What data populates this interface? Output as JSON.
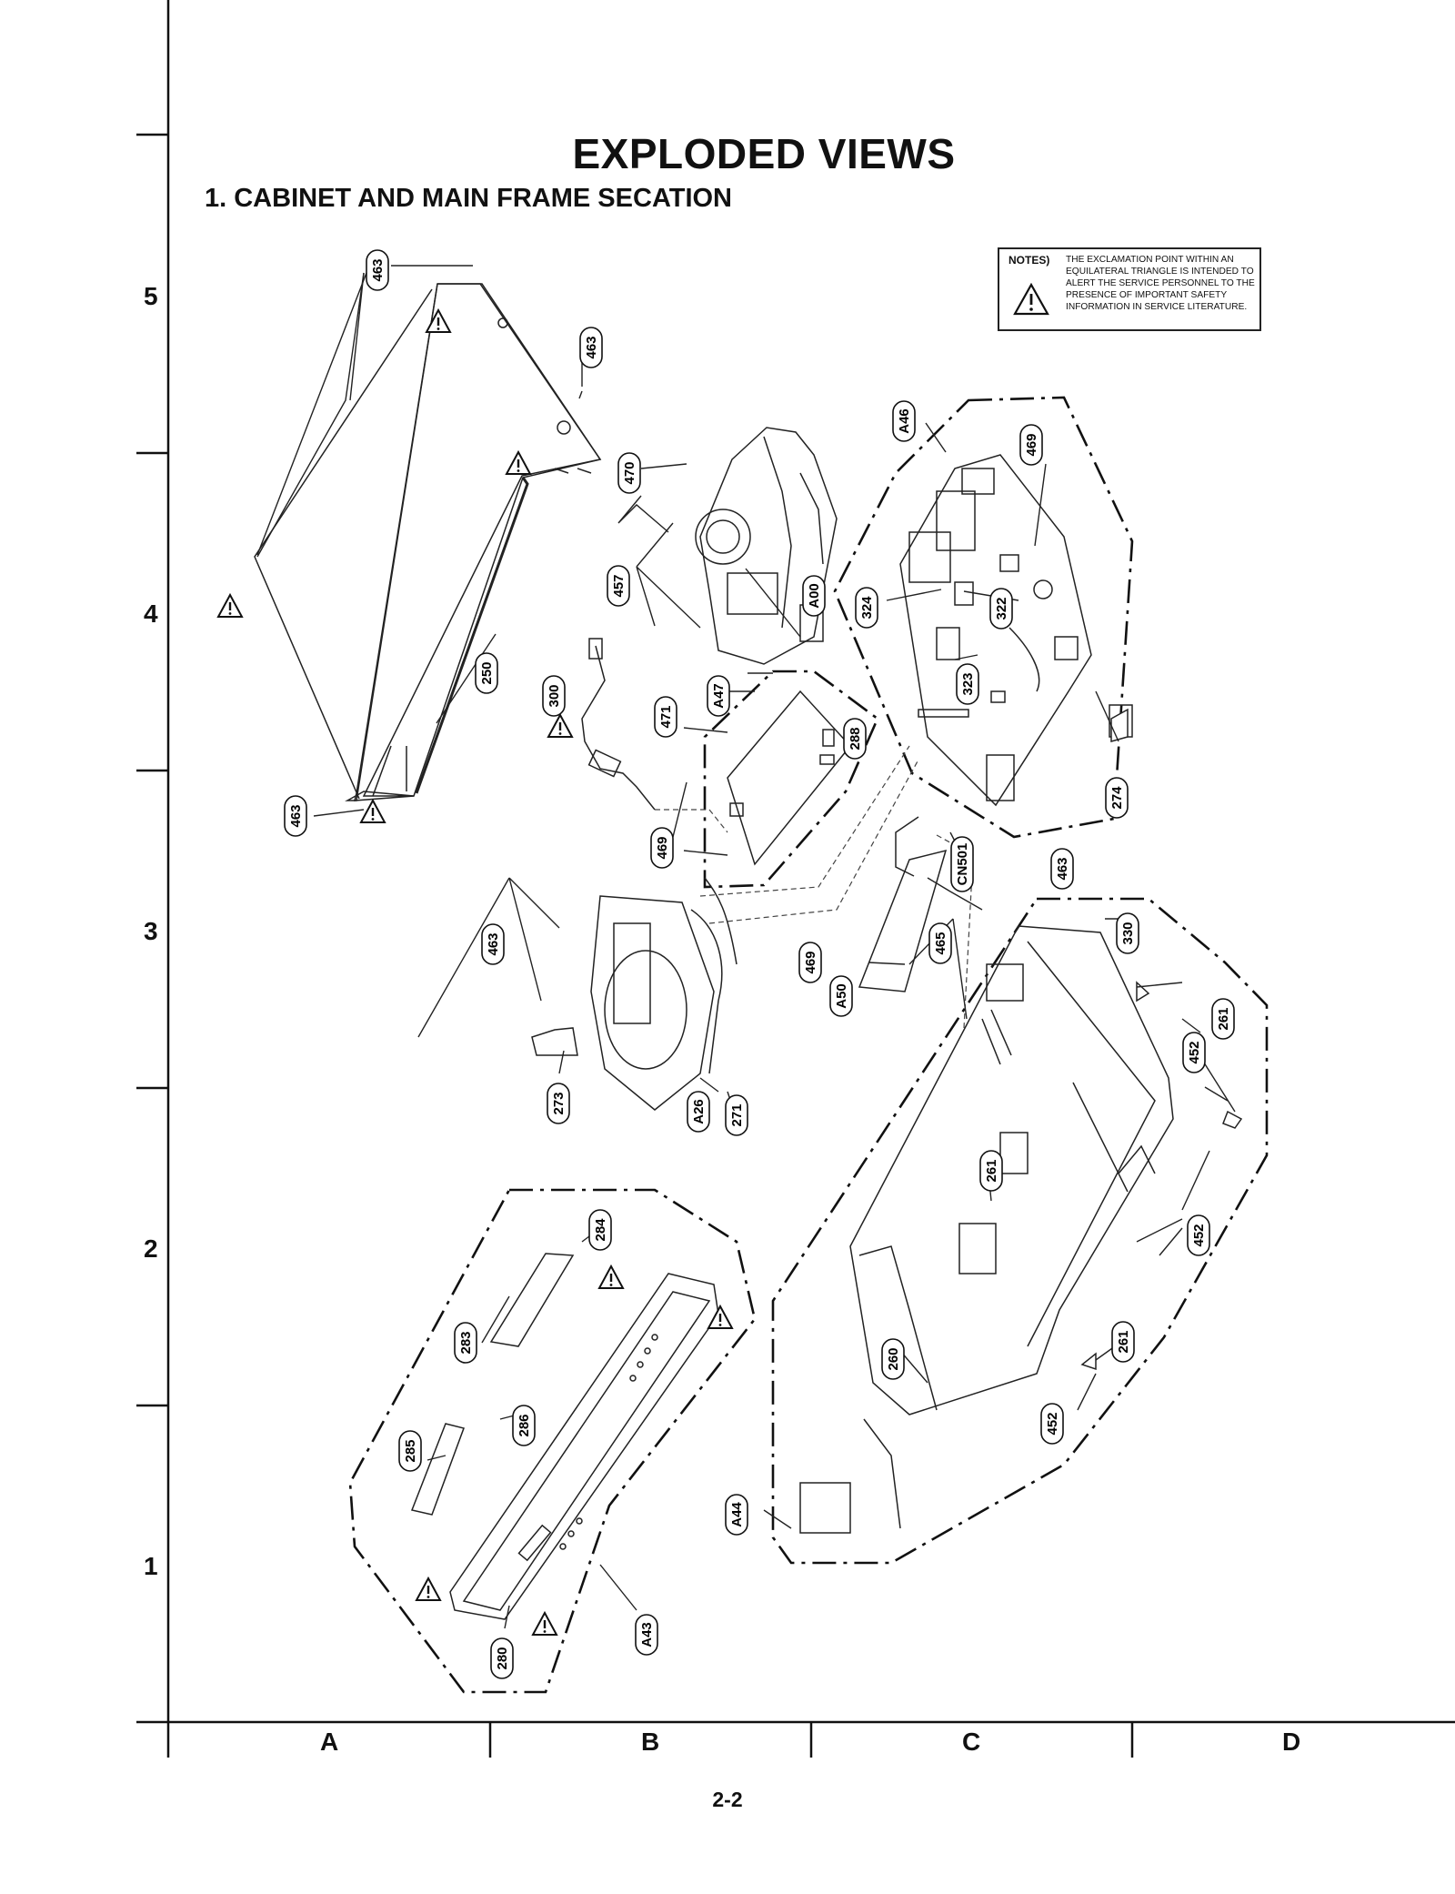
{
  "header": {
    "title": "EXPLODED VIEWS",
    "section": "1. CABINET AND MAIN FRAME SECATION"
  },
  "notes": {
    "label": "NOTES)",
    "text": "THE EXCLAMATION POINT WITHIN AN EQUILATERAL TRIANGLE IS INTENDED TO ALERT THE SERVICE PERSONNEL TO THE PRESENCE OF IMPORTANT SAFETY INFORMATION IN SERVICE LITERATURE.",
    "icon": "warning-triangle-icon"
  },
  "grid": {
    "rows": [
      "5",
      "4",
      "3",
      "2",
      "1"
    ],
    "columns": [
      "A",
      "B",
      "C",
      "D"
    ]
  },
  "page_number": "2-2",
  "callouts": {
    "c463a": "463",
    "c463b": "463",
    "c463c": "463",
    "c463d": "463",
    "c463e": "463",
    "c470": "470",
    "c457": "457",
    "a00": "A00",
    "a46": "A46",
    "c469a": "469",
    "c324": "324",
    "c322": "322",
    "c323": "323",
    "c274": "274",
    "c250": "250",
    "c300": "300",
    "a47": "A47",
    "c471": "471",
    "c288": "288",
    "c469b": "469",
    "cn501": "CN501",
    "c469c": "469",
    "a50": "A50",
    "c465": "465",
    "c330": "330",
    "c261a": "261",
    "c452a": "452",
    "c261b": "261",
    "c452b": "452",
    "c261c": "261",
    "c452c": "452",
    "c260": "260",
    "a44": "A44",
    "c273": "273",
    "a26": "A26",
    "c271": "271",
    "c284": "284",
    "c283": "283",
    "c286": "286",
    "c285": "285",
    "c280": "280",
    "a43": "A43"
  }
}
